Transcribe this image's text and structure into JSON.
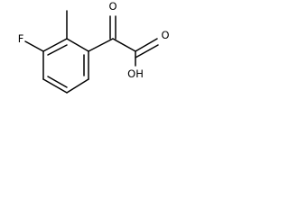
{
  "molecule": {
    "atoms": {
      "fluorine": "F",
      "ketone_oxygen": "O",
      "carboxyl_oxygen": "O",
      "hydroxyl": "OH"
    },
    "ink_color": "#000000",
    "background_color": "#ffffff"
  }
}
